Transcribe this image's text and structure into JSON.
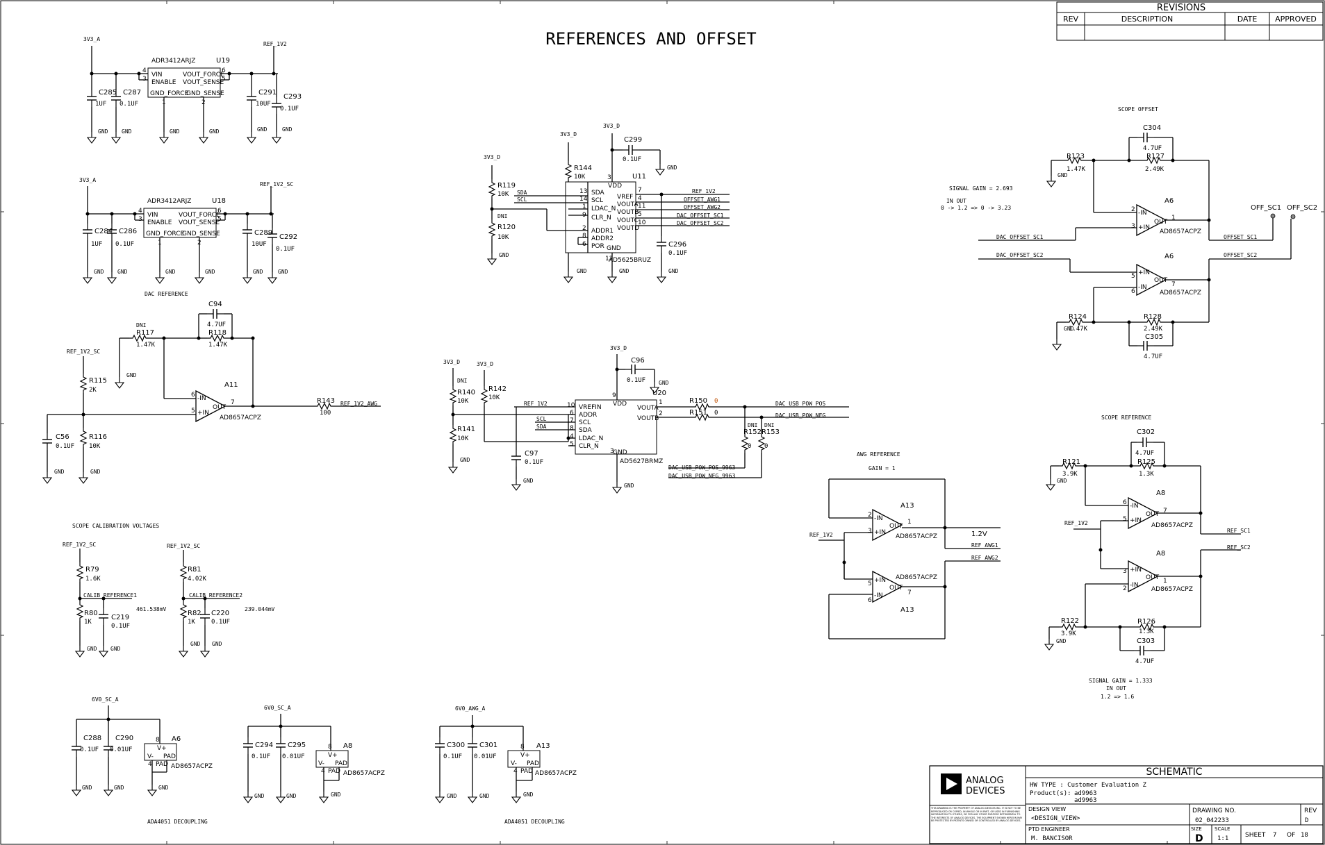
{
  "title": "REFERENCES AND OFFSET",
  "revisions": {
    "title": "REVISIONS",
    "columns": [
      "REV",
      "DESCRIPTION",
      "DATE",
      "APPROVED"
    ]
  },
  "sections": {
    "dac_reference": "DAC REFERENCE",
    "scope_calibration": "SCOPE CALIBRATION VOLTAGES",
    "scope_offset": "SCOPE OFFSET",
    "scope_reference": "SCOPE REFERENCE",
    "awg_reference": "AWG REFERENCE",
    "decoupling_1": "ADA4051 DECOUPLING",
    "decoupling_2": "ADA4051 DECOUPLING"
  },
  "notes": {
    "awg_gain": "GAIN = 1",
    "offset_gain": "SIGNAL GAIN = 2.693",
    "offset_inout": "IN          OUT",
    "offset_map": "0 -> 1.2  =>  0 -> 3.23",
    "scope_ref_gain": "SIGNAL GAIN = 1.333",
    "scope_ref_inout": "IN      OUT",
    "scope_ref_map": "1.2  =>  1.6",
    "cal1_value": "461.538mV",
    "cal2_value": "239.044mV",
    "awg_out": "1.2V"
  },
  "u19": {
    "ref": "U19",
    "part": "ADR3412ARJZ",
    "pins_left": [
      "VIN",
      "ENABLE",
      "GND_FORCE"
    ],
    "pins_right": [
      "VOUT_FORCE",
      "VOUT_SENSE",
      "GND_SENSE"
    ],
    "pin_numbers": [
      "4",
      "3",
      "1",
      "2",
      "6",
      "5"
    ]
  },
  "u18": {
    "ref": "U18",
    "part": "ADR3412ARJZ",
    "pins_left": [
      "VIN",
      "ENABLE",
      "GND_FORCE"
    ],
    "pins_right": [
      "VOUT_FORCE",
      "VOUT_SENSE",
      "GND_SENSE"
    ],
    "pin_numbers": [
      "4",
      "3",
      "1",
      "2",
      "6",
      "5"
    ]
  },
  "u11": {
    "ref": "U11",
    "part": "AD5625BRUZ",
    "pins_left": [
      "SDA",
      "SCL",
      "LDAC_N",
      "CLR_N",
      "ADDR1",
      "ADDR2",
      "POR"
    ],
    "pins_right": [
      "VREF",
      "VOUTA",
      "VOUTB",
      "VOUTC",
      "VOUTD"
    ],
    "pin_vdd": "VDD",
    "pin_gnd": "GND",
    "left_numbers": [
      "13",
      "14",
      "1",
      "9",
      "2",
      "8",
      "6"
    ],
    "right_numbers": [
      "7",
      "4",
      "11",
      "5",
      "10"
    ],
    "vdd_number": "3",
    "gnd_number": "12"
  },
  "u20": {
    "ref": "U20",
    "part": "AD5627BRMZ",
    "pins_left": [
      "VREFIN",
      "ADDR",
      "SCL",
      "SDA",
      "LDAC_N",
      "CLR_N"
    ],
    "pins_right": [
      "VOUTA",
      "VOUTB"
    ],
    "pin_vdd": "VDD",
    "pin_gnd": "GND",
    "left_numbers": [
      "10",
      "6",
      "7",
      "8",
      "4",
      "5"
    ],
    "right_numbers": [
      "1",
      "2"
    ],
    "vdd_number": "9",
    "gnd_number": "3"
  },
  "opamp": {
    "part": "AD8657ACPZ",
    "in_minus": "-IN",
    "in_plus": "+IN",
    "out": "OUT",
    "a11": "A11",
    "a6": "A6",
    "a8": "A8",
    "a13": "A13",
    "vplus": "V+",
    "vminus": "V-",
    "pad": "PAD"
  },
  "nets": {
    "v3v3_a": "3V3_A",
    "ref_1v2": "REF_1V2",
    "ref_1v2_sc": "REF_1V2_SC",
    "v3v3_d": "3V3_D",
    "gnd": "GND",
    "dni": "DNI",
    "sda": "SDA",
    "scl": "SCL",
    "offset_awg1": "OFFSET_AWG1",
    "offset_awg2": "OFFSET_AWG2",
    "dac_offset_sc1": "DAC_OFFSET_SC1",
    "dac_offset_sc2": "DAC_OFFSET_SC2",
    "offset_sc1": "OFFSET_SC1",
    "offset_sc2": "OFFSET_SC2",
    "off_sc1": "OFF_SC1",
    "off_sc2": "OFF_SC2",
    "ref_1v2_awg": "REF_1V2_AWG",
    "dac_usb_pow_pos": "DAC_USB_POW_POS",
    "dac_usb_pow_neg": "DAC_USB_POW_NEG",
    "dac_usb_pow_pos_9963": "DAC_USB_POW_POS_9963",
    "dac_usb_pow_neg_9963": "DAC_USB_POW_NEG_9963",
    "calib_ref1": "CALIB_REFERENCE1",
    "calib_ref2": "CALIB_REFERENCE2",
    "ref_awg1": "REF_AWG1",
    "ref_awg2": "REF_AWG2",
    "ref_sc1": "REF_SC1",
    "ref_sc2": "REF_SC2",
    "v6v0_sc_a": "6V0_SC_A",
    "v6v0_awg_a": "6V0_AWG_A"
  },
  "components": {
    "C285": "1UF",
    "C287": "0.1UF",
    "C291": "10UF",
    "C293": "0.1UF",
    "C284": "1UF",
    "C286": "0.1UF",
    "C289": "10UF",
    "C292": "0.1UF",
    "C94": "4.7UF",
    "R117": "1.47K",
    "R118": "1.47K",
    "R115": "2K",
    "R116": "10K",
    "C56": "0.1UF",
    "R143": "100",
    "R119": "10K",
    "R120": "10K",
    "R144": "10K",
    "C299": "0.1UF",
    "C296": "0.1UF",
    "R140": "10K",
    "R141": "10K",
    "R142": "10K",
    "C96": "0.1UF",
    "C97": "0.1UF",
    "R150": "0",
    "R151": "0",
    "R152": "0",
    "R153": "0",
    "C304": "4.7UF",
    "R123": "1.47K",
    "R127": "2.49K",
    "R124": "1.47K",
    "R128": "2.49K",
    "C305": "4.7UF",
    "C302": "4.7UF",
    "R121": "3.9K",
    "R125": "1.3K",
    "R122": "3.9K",
    "R126": "1.3K",
    "C303": "4.7UF",
    "R79": "1.6K",
    "R80": "1K",
    "C219": "0.1UF",
    "R81": "4.02K",
    "R82": "1K",
    "C220": "0.1UF",
    "C288": "0.1UF",
    "C290": "0.01UF",
    "C294": "0.1UF",
    "C295": "0.01UF",
    "C300": "0.1UF",
    "C301": "0.01UF"
  },
  "title_block": {
    "company_line1": "ANALOG",
    "company_line2": "DEVICES",
    "doc_type": "SCHEMATIC",
    "hw_type": "HW TYPE   : Customer Evaluation Z",
    "product_label": "Product(s):",
    "product1": "ad9963",
    "product2": "ad9963",
    "design_view_label": "DESIGN VIEW",
    "design_view": "<DESIGN_VIEW>",
    "drawing_no_label": "DRAWING NO.",
    "drawing_no": "02_042233",
    "rev_label": "REV",
    "rev": "D",
    "engineer_label": "PTD ENGINEER",
    "engineer": "M. BANCISOR",
    "size_label": "SIZE",
    "size": "D",
    "scale_label": "SCALE",
    "scale": "1:1",
    "sheet_label": "SHEET",
    "sheet": "7",
    "of_label": "OF",
    "of": "18",
    "disclaimer": "THIS DRAWING IS THE PROPERTY OF ANALOG DEVICES INC. IT IS NOT TO BE REPRODUCED OR COPIED, IN WHOLE OR IN PART, OR USED IN FURNISHING INFORMATION TO OTHERS, OR FOR ANY OTHER PURPOSE DETRIMENTAL TO THE INTERESTS OF ANALOG DEVICES. THE EQUIPMENT SHOWN HEREON MAY BE PROTECTED BY PATENTS OWNED OR CONTROLLED BY ANALOG DEVICES."
  }
}
